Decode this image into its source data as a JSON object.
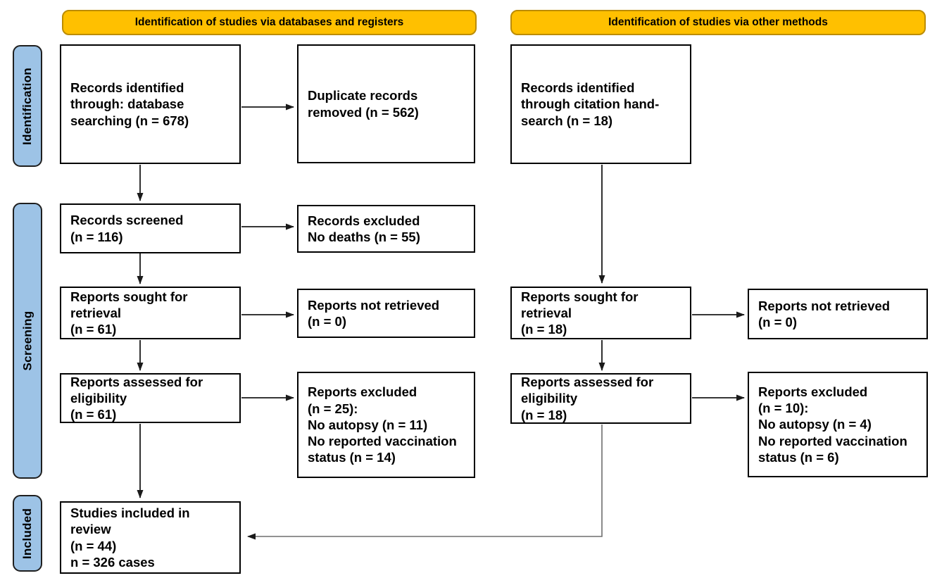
{
  "banners": [
    {
      "label": "Identification of studies via databases and registers"
    },
    {
      "label": "Identification of studies via other methods"
    }
  ],
  "stages": [
    {
      "label": "Identification"
    },
    {
      "label": "Screening"
    },
    {
      "label": "Included"
    }
  ],
  "boxes": {
    "db_identified": {
      "text": "Records identified\nthrough: database\nsearching (n = 678)"
    },
    "duplicates_removed": {
      "text": "Duplicate records\nremoved (n = 562)"
    },
    "records_screened": {
      "text": "Records screened\n(n = 116)"
    },
    "records_excluded": {
      "text": "Records excluded\nNo deaths (n = 55)"
    },
    "db_sought": {
      "text": "Reports sought for\nretrieval\n(n = 61)"
    },
    "db_not_retrieved": {
      "text": "Reports not retrieved\n(n = 0)"
    },
    "db_assessed": {
      "text": "Reports assessed for\neligibility\n(n = 61)"
    },
    "db_reports_excluded": {
      "text": "Reports excluded\n(n = 25):\nNo autopsy (n = 11)\nNo reported vaccination\nstatus (n = 14)"
    },
    "included_studies": {
      "text": "Studies included in\nreview\n(n = 44)\nn = 326 cases"
    },
    "other_identified": {
      "text": "Records identified\nthrough citation hand-\nsearch (n = 18)"
    },
    "other_sought": {
      "text": "Reports sought for\nretrieval\n(n = 18)"
    },
    "other_not_retrieved": {
      "text": "Reports not retrieved\n(n = 0)"
    },
    "other_assessed": {
      "text": "Reports assessed for\neligibility\n(n = 18)"
    },
    "other_reports_excluded": {
      "text": "Reports excluded\n(n = 10):\nNo autopsy (n = 4)\nNo reported vaccination\nstatus (n = 6)"
    }
  },
  "colors": {
    "banner_fill": "#FFC000",
    "banner_border": "#BC8C00",
    "stage_fill": "#9DC3E6",
    "stage_border": "#1F1F1F",
    "box_border": "#000000",
    "arrow": "#1A1A1A",
    "elbow_arrow": "#6E6E6E",
    "text": "#000000",
    "background": "#FFFFFF"
  }
}
